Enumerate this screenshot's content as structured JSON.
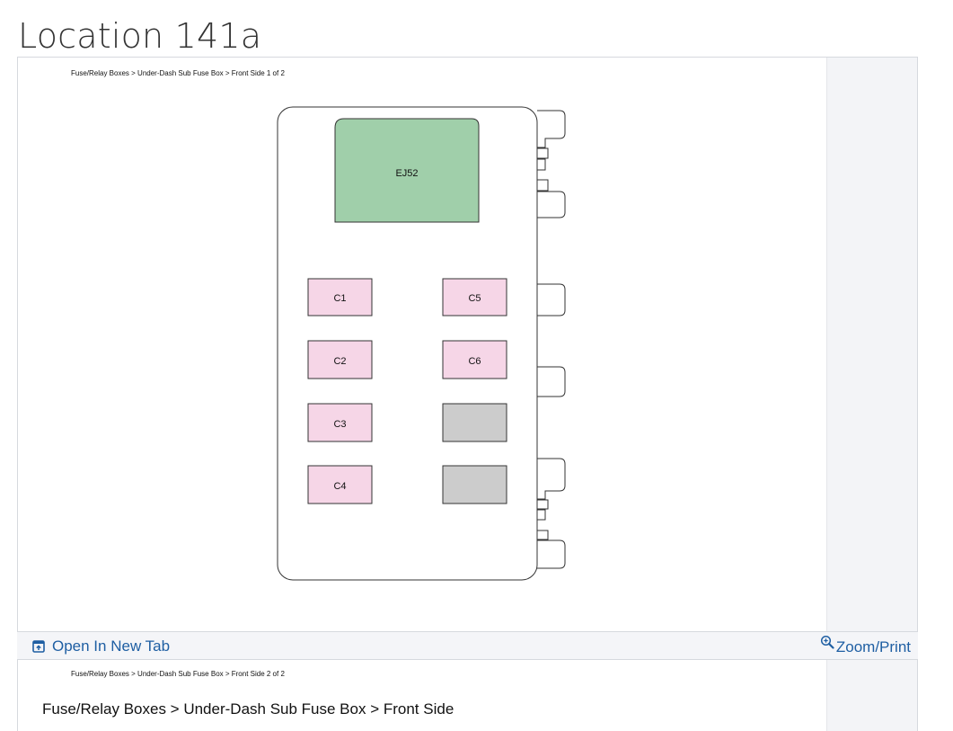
{
  "page": {
    "title": "Location 141a"
  },
  "figure1": {
    "breadcrumb": "Fuse/Relay Boxes > Under-Dash Sub Fuse Box > Front Side  1 of 2",
    "relay_label": "EJ52",
    "connectors": [
      "C1",
      "C2",
      "C3",
      "C4",
      "C5",
      "C6"
    ],
    "colors": {
      "relay_fill": "#a0cfaa",
      "connector_fill": "#f6d6e7",
      "blank_fill": "#cccccc"
    }
  },
  "actions": {
    "open_new_tab": "Open In New Tab",
    "zoom_print": "Zoom/Print"
  },
  "figure2": {
    "breadcrumb": "Fuse/Relay Boxes > Under-Dash Sub Fuse Box > Front Side  2 of 2",
    "heading": "Fuse/Relay Boxes > Under-Dash Sub Fuse Box > Front Side"
  },
  "icons": {
    "open_tab": "open-new-tab-icon",
    "zoom": "zoom-in-icon"
  }
}
